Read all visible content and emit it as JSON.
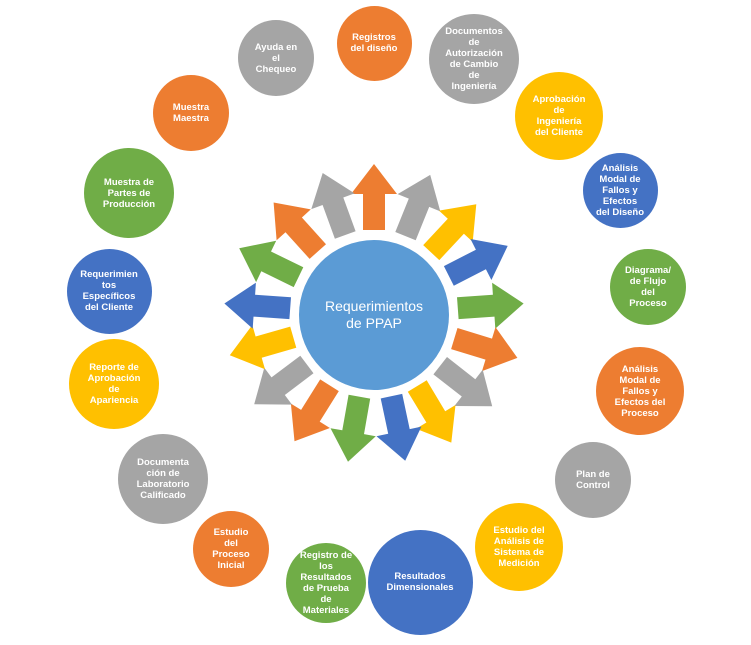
{
  "colors": {
    "orange": "#ED7D31",
    "gray": "#A5A5A5",
    "yellow": "#FFC000",
    "blue": "#4472C4",
    "green": "#70AD47",
    "center": "#5B9BD5"
  },
  "center": {
    "label": "Requerimientos\nde PPAP",
    "color": "#5B9BD5"
  },
  "nodes": [
    {
      "label": "Registros\ndel diseño",
      "color": "#ED7D31"
    },
    {
      "label": "Documentos\nde\nAutorización\nde Cambio\nde\nIngeniería",
      "color": "#A5A5A5"
    },
    {
      "label": "Aprobación\nde\nIngeniería\ndel Cliente",
      "color": "#FFC000"
    },
    {
      "label": "Análisis\nModal de\nFallos y\nEfectos\ndel Diseño",
      "color": "#4472C4"
    },
    {
      "label": "Diagrama/\nde Flujo\ndel\nProceso",
      "color": "#70AD47"
    },
    {
      "label": "Análisis\nModal de\nFallos y\nEfectos del\nProceso",
      "color": "#ED7D31"
    },
    {
      "label": "Plan de\nControl",
      "color": "#A5A5A5"
    },
    {
      "label": "Estudio del\nAnálisis de\nSistema de\nMedición",
      "color": "#FFC000"
    },
    {
      "label": "Resultados\nDimensionales",
      "color": "#4472C4"
    },
    {
      "label": "Registro de\nlos\nResultados\nde Prueba\nde\nMateriales",
      "color": "#70AD47"
    },
    {
      "label": "Estudio\ndel\nProceso\nInicial",
      "color": "#ED7D31"
    },
    {
      "label": "Documenta\nción de\nLaboratorio\nCalificado",
      "color": "#A5A5A5"
    },
    {
      "label": "Reporte de\nAprobación\nde\nApariencia",
      "color": "#FFC000"
    },
    {
      "label": "Requerimien\ntos\nEspecíficos\ndel Cliente",
      "color": "#4472C4"
    },
    {
      "label": "Muestra de\nPartes de\nProducción",
      "color": "#70AD47"
    },
    {
      "label": "Muestra\nMaestra",
      "color": "#ED7D31"
    },
    {
      "label": "Ayuda en\nel\nChequeo",
      "color": "#A5A5A5"
    }
  ]
}
